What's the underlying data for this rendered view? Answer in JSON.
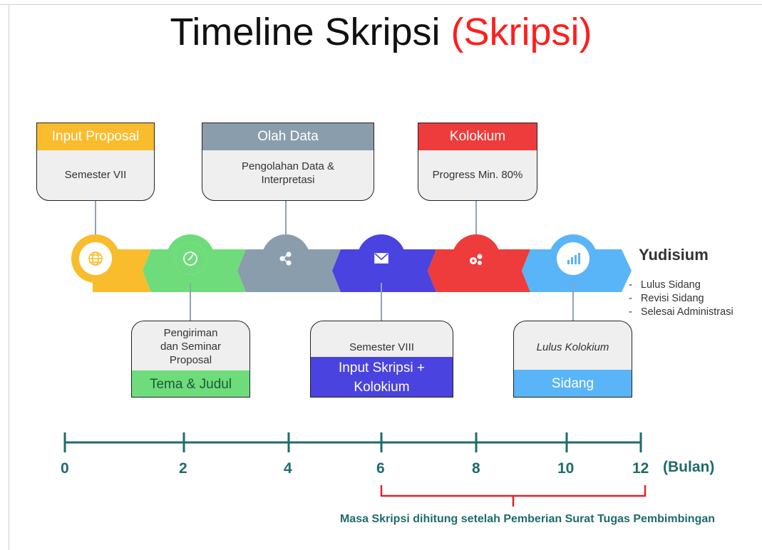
{
  "title": {
    "main": "Timeline Skripsi ",
    "highlight": "(Skripsi)"
  },
  "colors": {
    "yellow": "#f9bc2c",
    "green": "#6edc7a",
    "gray": "#8a9dac",
    "blue": "#4a43e0",
    "red": "#ee3b3b",
    "lightblue": "#5ab4f8",
    "axis": "#1f6b6b",
    "bracket": "#e0222a"
  },
  "steps": [
    {
      "header": "Input Proposal",
      "body": "Semester VII",
      "icon": "globe-icon"
    },
    {
      "header": "Tema & Judul",
      "body": "Pengiriman dan Seminar Proposal",
      "icon": "clock-icon"
    },
    {
      "header": "Olah Data",
      "body": "Pengolahan Data & Interpretasi",
      "icon": "share-icon"
    },
    {
      "header": "Input Skripsi + Kolokium",
      "body": "Semester VIII",
      "icon": "mail-icon"
    },
    {
      "header": "Kolokium",
      "body": "Progress Min. 80%",
      "icon": "gears-icon"
    },
    {
      "header": "Sidang",
      "body": "Lulus Kolokium",
      "icon": "bar-chart-icon"
    }
  ],
  "yudisium": {
    "title": "Yudisium",
    "items": [
      "Lulus Sidang",
      "Revisi Sidang",
      "Selesai Administrasi"
    ]
  },
  "timeline": {
    "ticks": [
      "0",
      "2",
      "4",
      "6",
      "8",
      "10",
      "12"
    ],
    "unit": "(Bulan)",
    "note": "Masa Skripsi dihitung setelah Pemberian Surat Tugas Pembimbingan"
  }
}
